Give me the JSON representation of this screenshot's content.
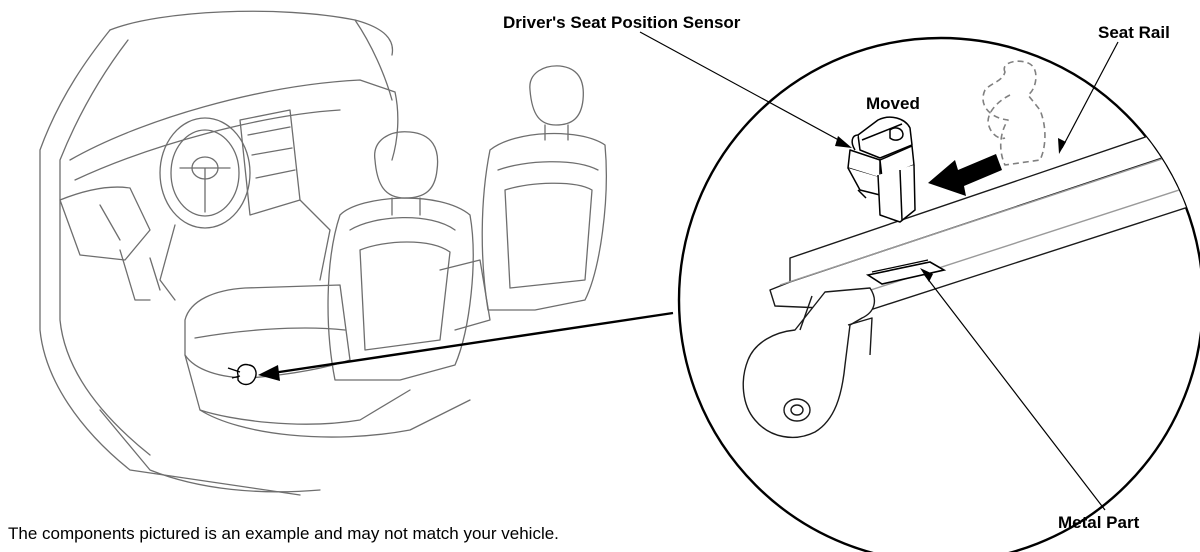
{
  "labels": {
    "sensor": "Driver's Seat Position Sensor",
    "seat_rail": "Seat Rail",
    "moved": "Moved",
    "metal_part": "Metal Part"
  },
  "footnote": "The components pictured is an example and may not match your vehicle."
}
